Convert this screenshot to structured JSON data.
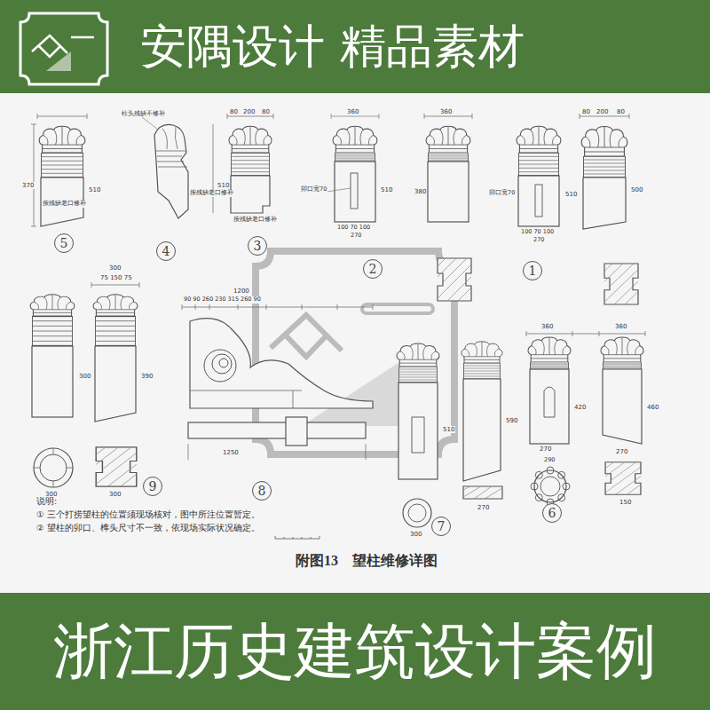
{
  "diagram": {
    "title": "安隅设计 精品素材",
    "caption": "附图13　望柱维修详图",
    "nodes": [
      {
        "text": [
          "5"
        ]
      },
      {
        "text": [
          "4"
        ]
      },
      {
        "text": [
          "3"
        ]
      },
      {
        "text": [
          "2"
        ]
      },
      {
        "text": [
          "1"
        ]
      },
      {
        "text": [
          "9"
        ]
      },
      {
        "text": [
          "8"
        ]
      },
      {
        "text": [
          "7"
        ]
      },
      {
        "text": [
          "6"
        ]
      },
      {
        "text": [
          "浙江历史建筑设计案例"
        ]
      }
    ],
    "labels": [
      "柱头残缺不修补",
      "按残缺老口修补",
      "按残缺老口修补",
      "按残缺老口修补",
      "卯口宽70",
      "卯口宽70",
      "80",
      "200",
      "80",
      "360",
      "360",
      "80",
      "200",
      "80",
      "100 70 100",
      "270",
      "100 70 100",
      "270",
      "370",
      "510",
      "510",
      "510",
      "380",
      "510",
      "500",
      "300",
      "75 150 75",
      "1200",
      "90 90 260 230 315 260 90",
      "1250",
      "300",
      "300",
      "300",
      "390",
      "360",
      "360",
      "270",
      "270",
      "290",
      "150",
      "510",
      "590",
      "420",
      "460",
      "300",
      "270",
      "说明:",
      "① 三个打捞望柱的位置须现场核对，图中所注位置暂定。",
      "② 望柱的卯口、榫头尺寸不一致，依现场实际状况确定。"
    ]
  }
}
